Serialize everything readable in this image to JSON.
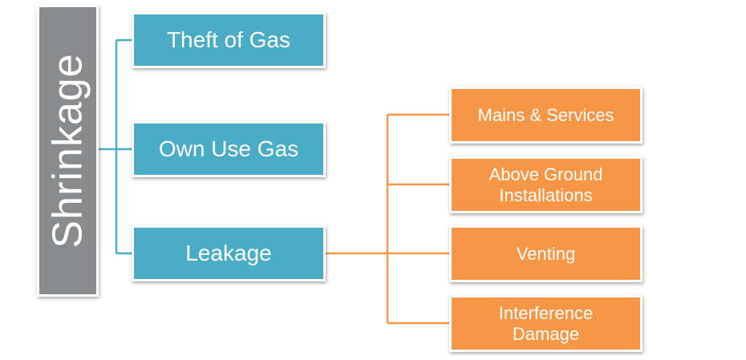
{
  "root": {
    "label": "Shrinkage"
  },
  "categories": [
    {
      "label": "Theft of Gas"
    },
    {
      "label": "Own Use Gas"
    },
    {
      "label": "Leakage"
    }
  ],
  "leakage_children": [
    {
      "label": "Mains & Services"
    },
    {
      "label": "Above Ground\nInstallations"
    },
    {
      "label": "Venting"
    },
    {
      "label": "Interference\nDamage"
    }
  ],
  "colors": {
    "root": "#8a8b8d",
    "category": "#4bacc6",
    "child": "#f79646"
  }
}
